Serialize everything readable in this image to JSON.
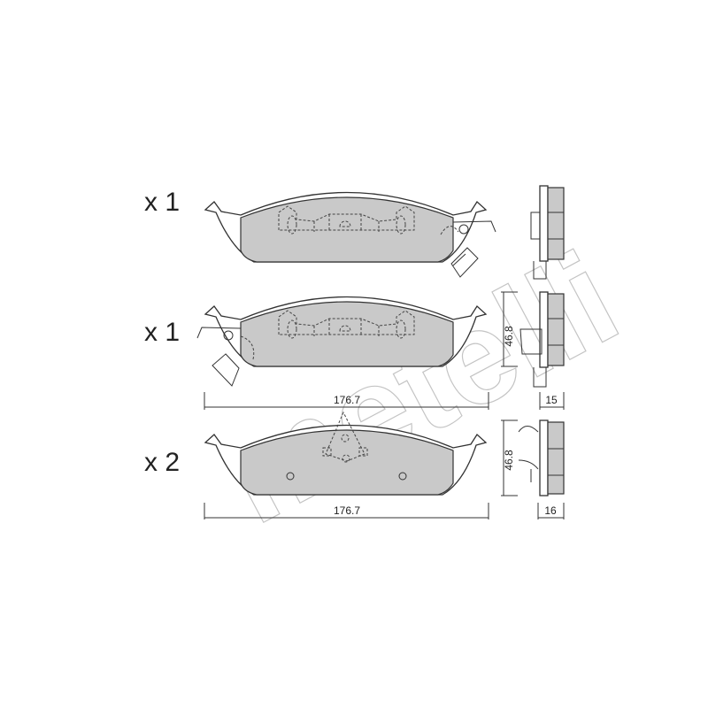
{
  "watermark": "metelli",
  "pads": [
    {
      "quantity": "x 1",
      "type": "pad-with-wear-sensor-right"
    },
    {
      "quantity": "x 1",
      "type": "pad-with-wear-sensor-left"
    },
    {
      "quantity": "x 2",
      "type": "pad-with-clip"
    }
  ],
  "dimensions": {
    "width_1": "176.7",
    "height_1": "46.8",
    "thickness_1": "15",
    "width_2": "176.7",
    "height_2": "46.8",
    "thickness_2": "16"
  },
  "colors": {
    "friction": "#c9c9c9",
    "outline": "#333333",
    "watermark": "#c4c4c4"
  }
}
